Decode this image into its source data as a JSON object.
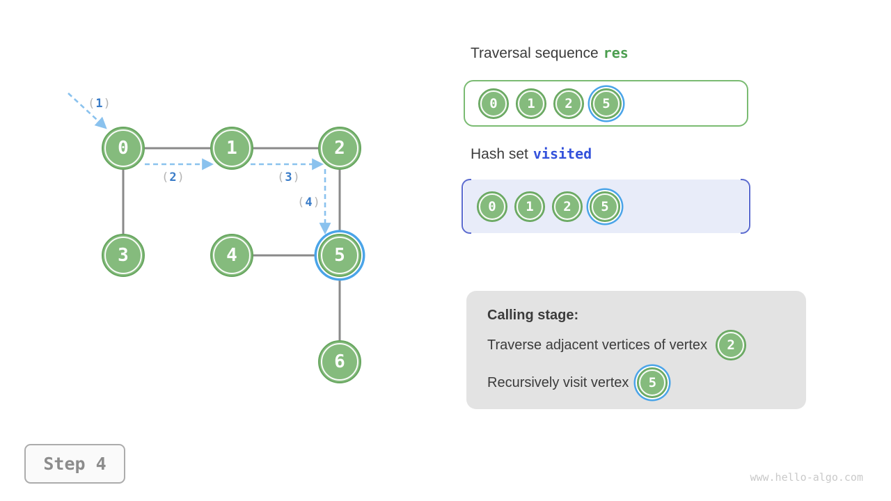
{
  "graph": {
    "nodes": [
      {
        "label": "0",
        "highlighted": false
      },
      {
        "label": "1",
        "highlighted": false
      },
      {
        "label": "2",
        "highlighted": false
      },
      {
        "label": "3",
        "highlighted": false
      },
      {
        "label": "4",
        "highlighted": false
      },
      {
        "label": "5",
        "highlighted": true
      },
      {
        "label": "6",
        "highlighted": false
      }
    ],
    "edges": [
      [
        "0",
        "1"
      ],
      [
        "1",
        "2"
      ],
      [
        "0",
        "3"
      ],
      [
        "4",
        "5"
      ],
      [
        "2",
        "5"
      ],
      [
        "5",
        "6"
      ]
    ],
    "traversal_arrows": [
      {
        "open": "(",
        "num": "1",
        "close": ")"
      },
      {
        "open": "(",
        "num": "2",
        "close": ")"
      },
      {
        "open": "(",
        "num": "3",
        "close": ")"
      },
      {
        "open": "(",
        "num": "4",
        "close": ")"
      }
    ]
  },
  "panels": {
    "res": {
      "title_prefix": "Traversal sequence",
      "title_code": "res",
      "items": [
        {
          "label": "0",
          "highlighted": false
        },
        {
          "label": "1",
          "highlighted": false
        },
        {
          "label": "2",
          "highlighted": false
        },
        {
          "label": "5",
          "highlighted": true
        }
      ]
    },
    "visited": {
      "title_prefix": "Hash set",
      "title_code": "visited",
      "items": [
        {
          "label": "0",
          "highlighted": false
        },
        {
          "label": "1",
          "highlighted": false
        },
        {
          "label": "2",
          "highlighted": false
        },
        {
          "label": "5",
          "highlighted": true
        }
      ]
    },
    "calling": {
      "title": "Calling stage:",
      "lines": [
        {
          "text": "Traverse adjacent vertices of vertex",
          "node": {
            "label": "2",
            "highlighted": false
          }
        },
        {
          "text": "Recursively visit vertex",
          "node": {
            "label": "5",
            "highlighted": true
          }
        }
      ]
    }
  },
  "footer": {
    "step_label": "Step 4",
    "watermark": "www.hello-algo.com"
  },
  "colors": {
    "node_green": "#85BB7D",
    "node_border_green": "#67A65F",
    "highlight_blue": "#4AA4E8",
    "edge_gray": "#8A8A8A",
    "dashed_arrow_blue": "#8AC2EE",
    "arrow_number_blue": "#3A7CC8",
    "res_code_green": "#4C9E50",
    "visited_code_blue": "#3351DB",
    "hash_box_bg": "#E8ECF9",
    "hash_bracket_indigo": "#5A6ACF",
    "calling_box_gray": "#E3E3E3"
  }
}
